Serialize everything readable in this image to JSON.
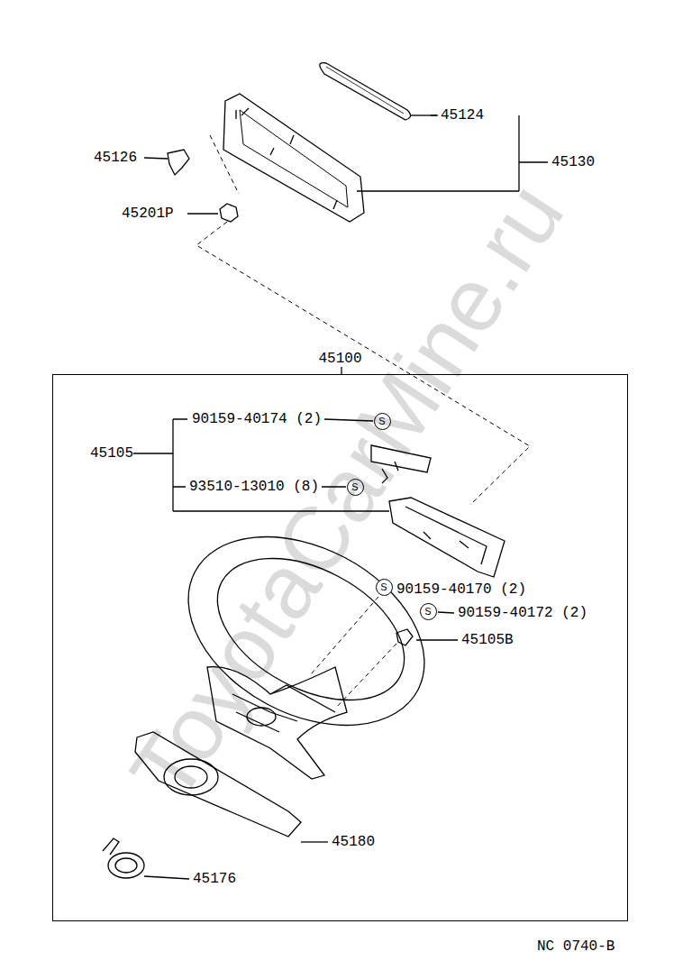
{
  "diagram": {
    "nodes": [
      {
        "text": [
          "45100"
        ]
      },
      {
        "text": [
          "S"
        ],
        "in": 0
      },
      {
        "text": [
          "S"
        ],
        "in": 0
      },
      {
        "text": [
          "S"
        ],
        "in": 0
      },
      {
        "text": [
          "S"
        ],
        "in": 0
      }
    ],
    "labels": [
      "45124",
      "45130",
      "45126",
      "45201P",
      "45105",
      "90159-40174 (2)",
      "93510-13010 (8)",
      "90159-40170 (2)",
      "90159-40172 (2)",
      "45105B",
      "45180",
      "45176",
      "NC 0740-B",
      "ToyotaCarMine.ru"
    ]
  }
}
